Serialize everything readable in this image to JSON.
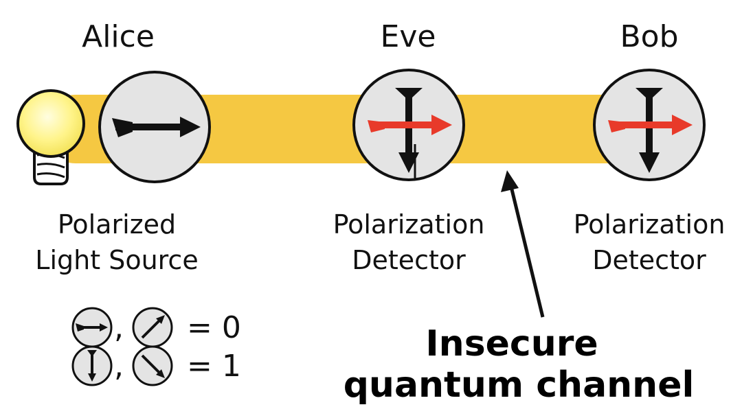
{
  "nodes": {
    "alice": {
      "name": "Alice",
      "line1": "Polarized",
      "line2": "Light Source"
    },
    "eve": {
      "name": "Eve",
      "line1": "Polarization",
      "line2": "Detector"
    },
    "bob": {
      "name": "Bob",
      "line1": "Polarization",
      "line2": "Detector"
    }
  },
  "legend": {
    "sep1": ",",
    "sep2": ",",
    "eq0": "= 0",
    "eq1": "= 1"
  },
  "channel": {
    "line1": "Insecure",
    "line2": "quantum channel"
  },
  "colors": {
    "beam": "#f5c842",
    "detector_fill": "#e4e4e4",
    "arrow_red": "#e83a2a",
    "arrow_black": "#111111",
    "bulb": "#fff48a"
  }
}
